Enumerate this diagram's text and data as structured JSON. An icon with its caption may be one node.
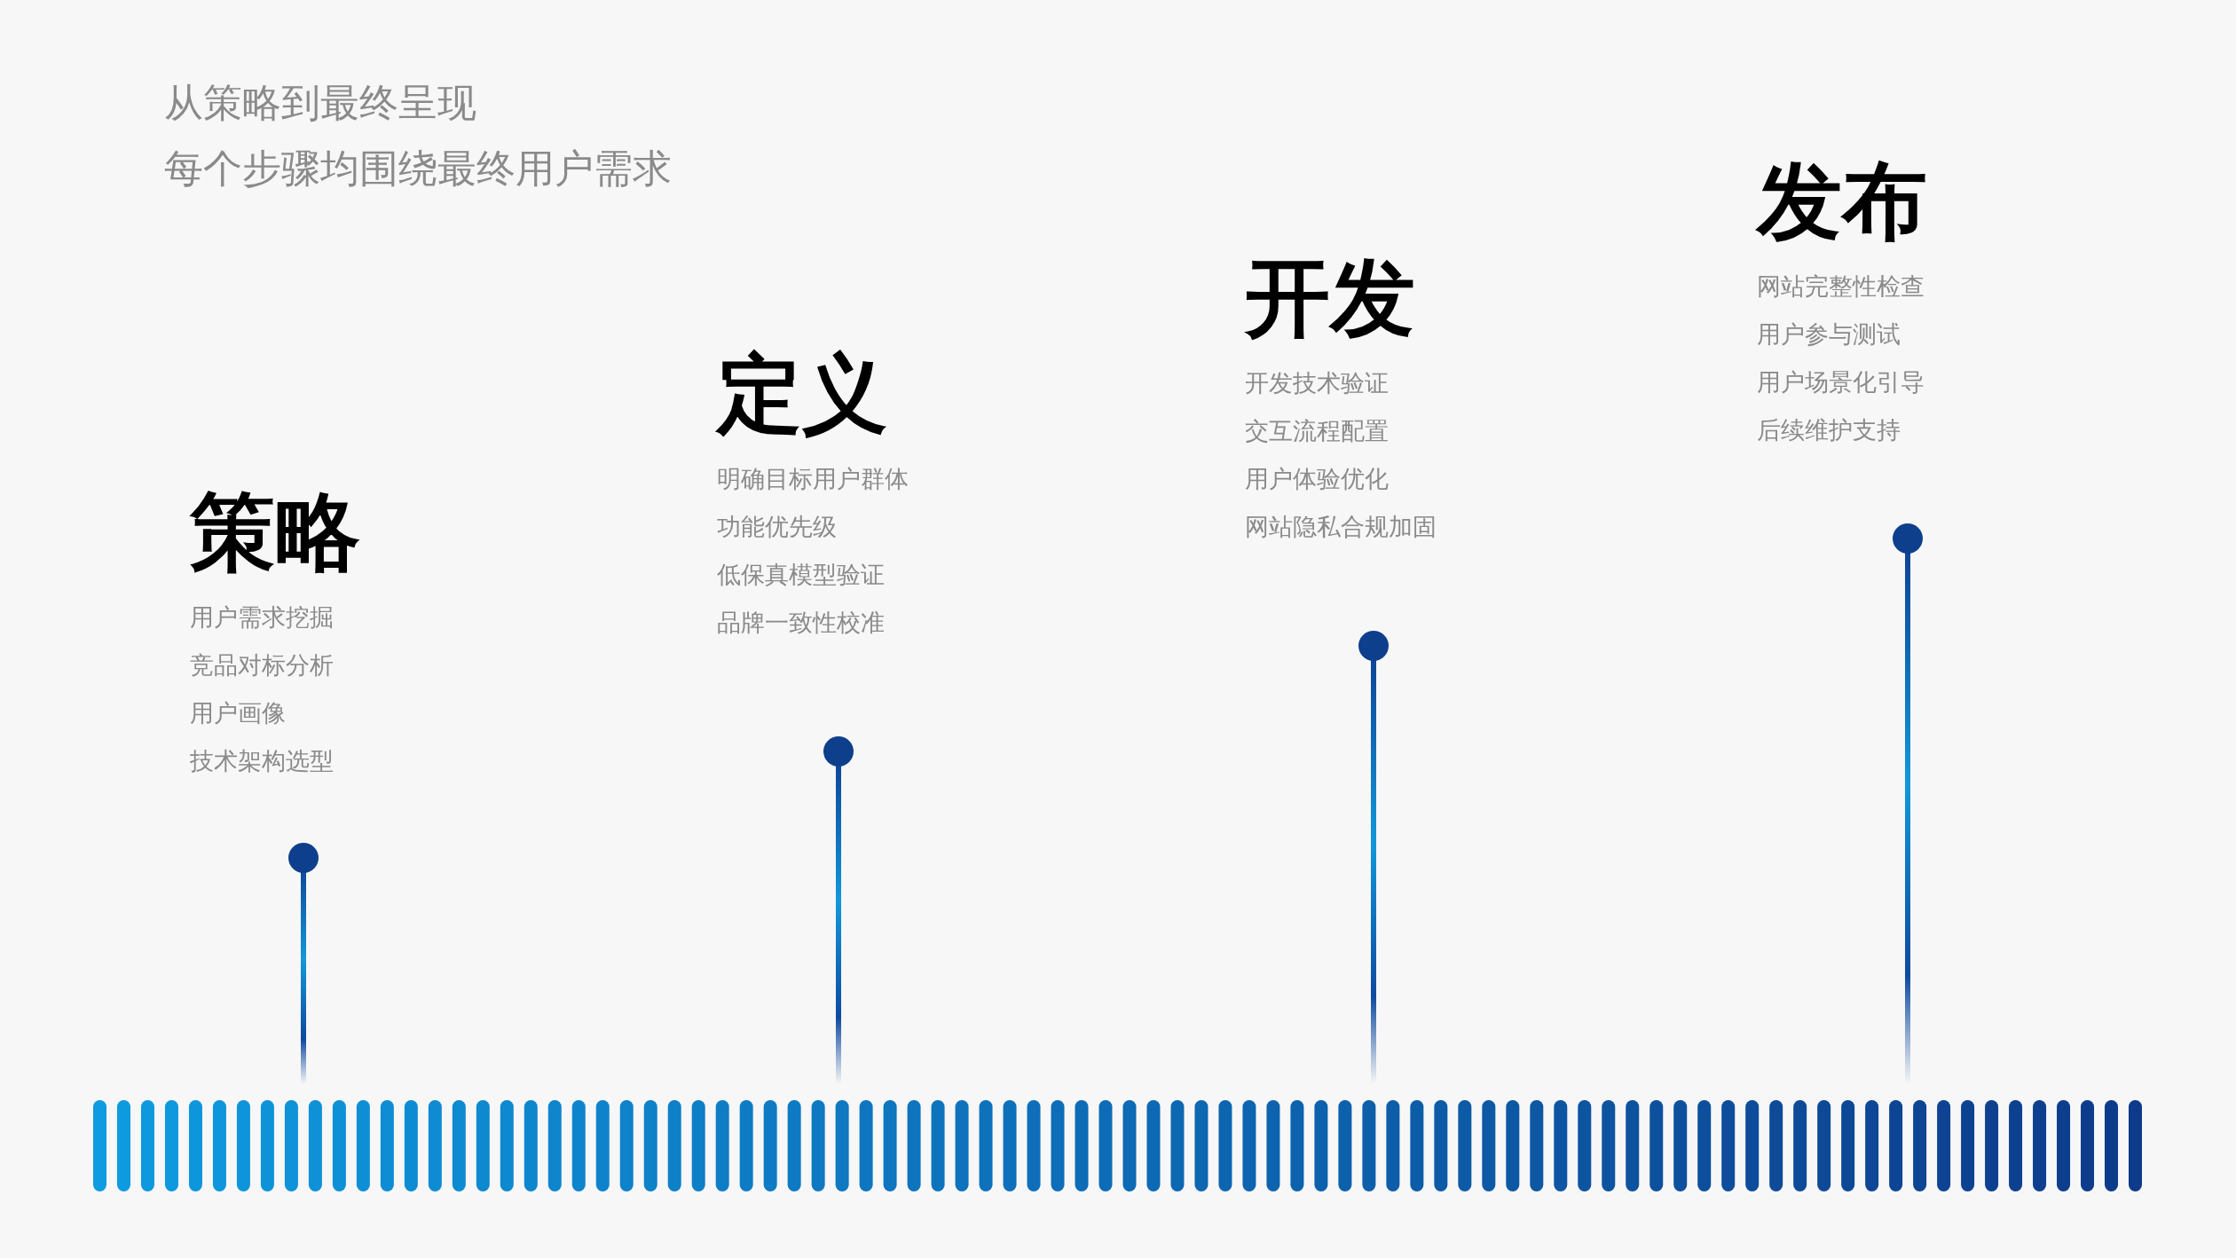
{
  "diagram": {
    "title": "从策略到最终呈现",
    "nodes": [
      {
        "text": [
          "策略",
          "用户需求挖掘",
          "竞品对标分析",
          "用户画像",
          "技术架构选型"
        ]
      },
      {
        "text": [
          "定义",
          "明确目标用户群体",
          "功能优先级",
          "低保真模型验证",
          "品牌一致性校准"
        ]
      },
      {
        "text": [
          "开发",
          "开发技术验证",
          "交互流程配置",
          "用户体验优化",
          "网站隐私合规加固"
        ]
      },
      {
        "text": [
          "发布",
          "网站完整性检查",
          "用户参与测试",
          "用户场景化引导",
          "后续维护支持"
        ]
      }
    ],
    "labels": [
      "每个步骤均围绕最终用户需求"
    ]
  }
}
